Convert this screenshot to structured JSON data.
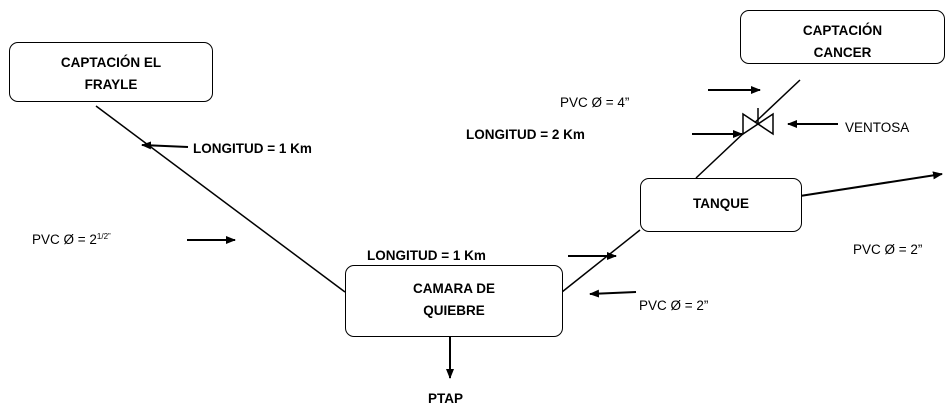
{
  "boxes": {
    "frayle": "CAPTACIÓN EL FRAYLE",
    "cancer": "CAPTACIÓN CANCER",
    "tanque": "TANQUE",
    "camara": "CAMARA DE QUIEBRE",
    "ptap": "PTAP"
  },
  "labels": {
    "longitud_left": "LONGITUD =  1 Km",
    "longitud_mid": "LONGITUD =  1 Km",
    "longitud_right": "LONGITUD =  2  Km",
    "pvc_left_base": "PVC  Ø = 2",
    "pvc_left_sup": "1/2”",
    "pvc_tanque_camara": "PVC  Ø = 2”",
    "pvc_cancer": "PVC  Ø = 4”",
    "pvc_tanque_out": "PVC  Ø = 2”",
    "ventosa": "VENTOSA"
  }
}
